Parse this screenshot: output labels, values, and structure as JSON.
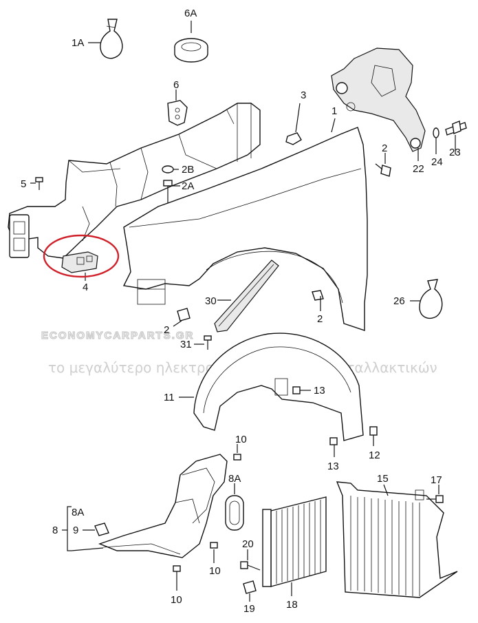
{
  "watermark": {
    "brand": "ECONOMYCARPARTS.GR",
    "tagline": "το μεγαλύτερο ηλεκτρονικό κατάστημα ανταλλακτικών"
  },
  "callouts": {
    "1": "1",
    "1A": "1A",
    "2": "2",
    "2A": "2A",
    "2B": "2B",
    "3": "3",
    "4": "4",
    "5": "5",
    "6": "6",
    "6A": "6A",
    "8": "8",
    "8A": "8A",
    "9": "9",
    "10": "10",
    "11": "11",
    "12": "12",
    "13": "13",
    "15": "15",
    "17": "17",
    "18": "18",
    "19": "19",
    "20": "20",
    "22": "22",
    "23": "23",
    "24": "24",
    "26": "26",
    "30": "30",
    "31": "31"
  },
  "highlight_color": "#d0202a"
}
